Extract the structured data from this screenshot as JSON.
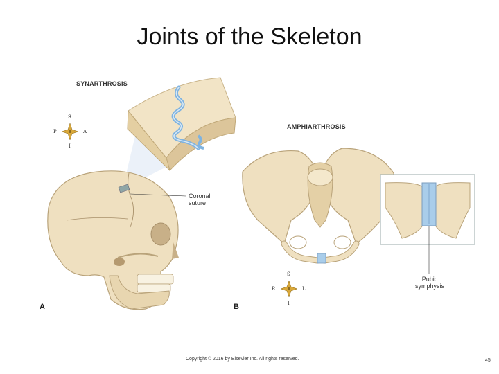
{
  "title": "Joints of the Skeleton",
  "panel_a": {
    "heading": "SYNARTHROSIS",
    "callout_line1": "Coronal",
    "callout_line2": "suture",
    "panel_letter": "A",
    "compass": {
      "top": "S",
      "bottom": "I",
      "left": "P",
      "right": "A"
    }
  },
  "panel_b": {
    "heading": "AMPHIARTHROSIS",
    "callout_line1": "Pubic",
    "callout_line2": "symphysis",
    "panel_letter": "B",
    "compass": {
      "top": "S",
      "bottom": "I",
      "left": "R",
      "right": "L"
    }
  },
  "footer": {
    "copyright": "Copyright © 2016 by Elsevier Inc. All rights reserved.",
    "page_number": "45"
  },
  "colors": {
    "bone": "#eedfbf",
    "bone_shade": "#d9c49a",
    "cartilage": "#a9cdea",
    "suture_blue": "#7fb3e0",
    "compass_gold": "#d9a83a"
  }
}
